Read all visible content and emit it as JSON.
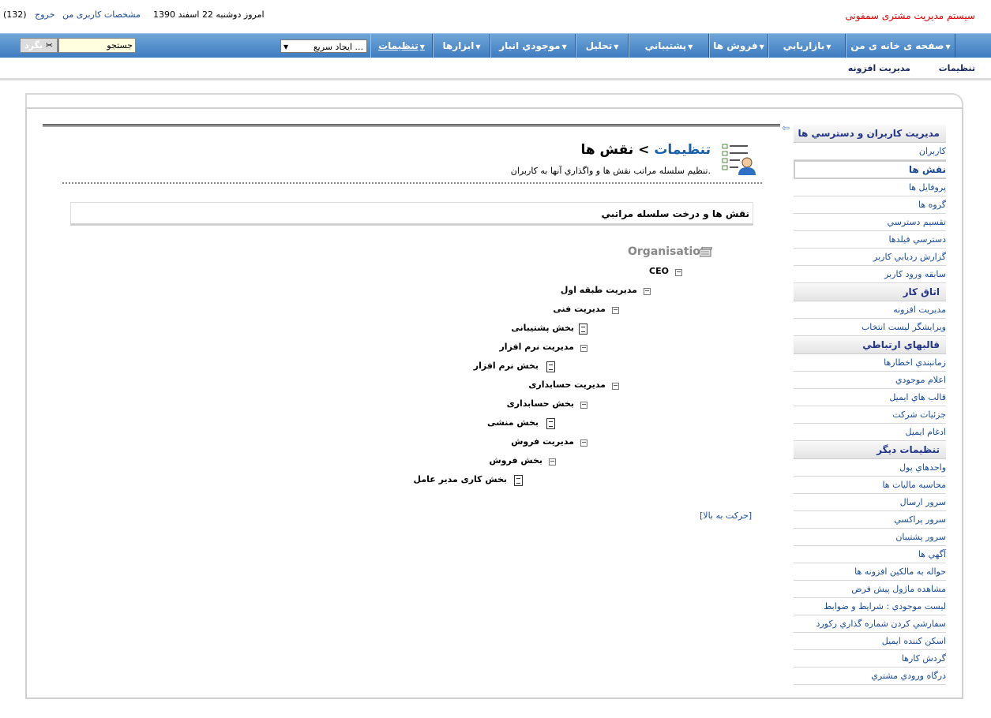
{
  "header": {
    "app_title": "سیستم مدیریت مشتری سمفونی",
    "date": "امروز دوشنبه 22 اسفند 1390",
    "my_settings": "مشخصات كاربری من",
    "logout": "خروج",
    "count": "(132)"
  },
  "nav": {
    "items": [
      {
        "label": "صفحه ی خانه ی من",
        "dropdown": true
      },
      {
        "label": "بازاريابي",
        "dropdown": true
      },
      {
        "label": "فروش ها",
        "dropdown": true
      },
      {
        "label": "پشتيباني",
        "dropdown": true
      },
      {
        "label": "تحليل",
        "dropdown": true
      },
      {
        "label": "موجودي انبار",
        "dropdown": true
      },
      {
        "label": "ابزارها",
        "dropdown": true
      },
      {
        "label": "تنظيمات",
        "dropdown": true,
        "active": true
      }
    ],
    "quick_create": "ایجاد سریع ...",
    "search_value": "جستجو",
    "go_label": "بگرد"
  },
  "subnav": {
    "items": [
      "تنظیمات",
      "مدیریت افزونه"
    ]
  },
  "page": {
    "breadcrumb_link": "تنظیمات",
    "separator": ">",
    "title": "نقش ها",
    "description": "تنظیم سلسله مراتب نقش ها و واگذاري آنها به كاربران.",
    "section_title": "نقش ها و درخت سلسله مراتبي",
    "back_to_top": "[حركت به بالا]"
  },
  "tree": {
    "root": "Organisation",
    "nodes": [
      {
        "label": "CEO",
        "type": "folder"
      },
      {
        "label": "مدیریت طبقه اول",
        "type": "folder"
      },
      {
        "label": "مدیریت فنی",
        "type": "folder"
      },
      {
        "label": "بخش پشتیبانی",
        "type": "leaf"
      },
      {
        "label": "مدیریت نرم افزار",
        "type": "folder"
      },
      {
        "label": "بخش نرم افزار",
        "type": "leaf"
      },
      {
        "label": "مدیریت حسابداری",
        "type": "folder"
      },
      {
        "label": "بخش حسابداری",
        "type": "folder"
      },
      {
        "label": "بخش منشی",
        "type": "leaf"
      },
      {
        "label": "مدیریت فروش",
        "type": "folder"
      },
      {
        "label": "بخش فروش",
        "type": "folder"
      },
      {
        "label": "بخش کاری مدیر عامل",
        "type": "leaf"
      }
    ]
  },
  "sidebar": {
    "groups": [
      {
        "title": "مديريت كاربران و دسترسي ها",
        "items": [
          "كاربران",
          "نقش ها",
          "پروفايل ها",
          "گروه ها",
          "تقسيم دسترسي",
          "دسترسي فيلدها",
          "گزارش رديابي كاربر",
          "سابقه ورود كاربر"
        ],
        "selected": 1
      },
      {
        "title": "اتاق كار",
        "items": [
          "مديريت افزونه",
          "ويرايشگر ليست انتخاب"
        ]
      },
      {
        "title": "قالبهاي ارتباطي",
        "items": [
          "زمانبندي اخطارها",
          "اعلام موجودي",
          "قالب هاي ايميل",
          "جزئيات شركت",
          "ادغام ايميل"
        ]
      },
      {
        "title": "تنظيمات ديگر",
        "items": [
          "واحدهاي پول",
          "محاسبه ماليات ها",
          "سرور ارسال",
          "سرور پراكسي",
          "سرور پشتيبان",
          "آگهي ها",
          "حواله به مالكين افزونه ها",
          "مشاهده ماژول پيش فرض",
          "ليست موجودي : شرايط و ضوابط",
          "سفارشي كردن شماره گذاري ركورد",
          "اسكن كننده ايميل",
          "گردش كارها",
          "درگاه ورودي مشتري"
        ]
      }
    ]
  }
}
